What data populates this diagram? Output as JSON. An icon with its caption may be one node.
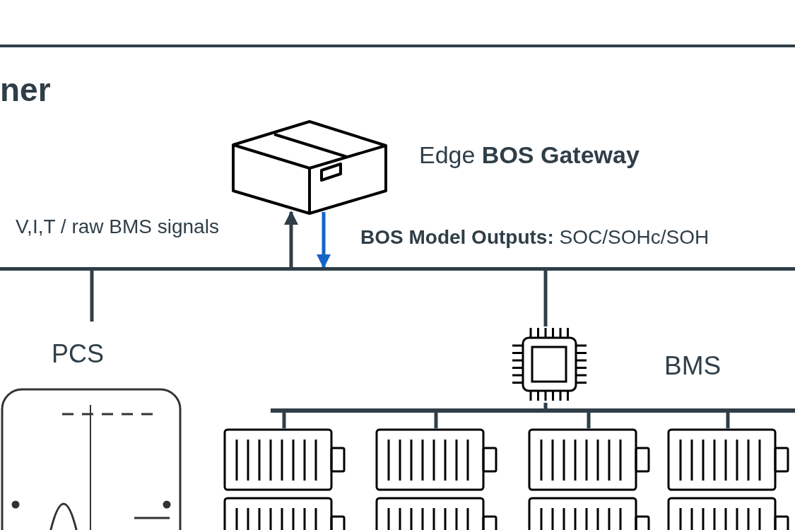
{
  "diagram": {
    "nodes": [
      {
        "text": [],
        "shape": "picture",
        "beside": [
          "Edge **BOS Gateway**"
        ]
      },
      {
        "text": [],
        "shape": "bar"
      },
      {
        "text": [
          "PCS"
        ]
      },
      {
        "text": [],
        "shape": "picture"
      },
      {
        "text": [],
        "shape": "bar"
      },
      {
        "text": [],
        "shape": "picture"
      },
      {
        "text": [],
        "shape": "picture"
      },
      {
        "text": [],
        "shape": "picture"
      },
      {
        "text": [],
        "shape": "picture"
      },
      {
        "text": [],
        "shape": "picture"
      },
      {
        "text": [],
        "shape": "picture"
      },
      {
        "text": [],
        "shape": "picture"
      },
      {
        "text": [],
        "shape": "picture"
      }
    ],
    "edges": [
      {
        "from": 1,
        "to": 0,
        "arrow": "to",
        "label": "V,I,T / raw BMS signals"
      },
      {
        "from": 0,
        "to": 1,
        "arrow": "to",
        "color": "#1565c8",
        "label": "**BOS Model Outputs:** SOC/SOHc/SOH"
      },
      {
        "from": 1,
        "to": 2,
        "arrow": "none"
      },
      {
        "from": 1,
        "to": 3,
        "arrow": "none"
      },
      {
        "from": 3,
        "to": 4,
        "arrow": "none"
      },
      {
        "from": 4,
        "to": 5,
        "arrow": "none"
      },
      {
        "from": 4,
        "to": 6,
        "arrow": "none"
      },
      {
        "from": 4,
        "to": 7,
        "arrow": "none"
      },
      {
        "from": 4,
        "to": 8,
        "arrow": "none"
      }
    ],
    "labels": [
      "ner",
      "BMS"
    ]
  }
}
